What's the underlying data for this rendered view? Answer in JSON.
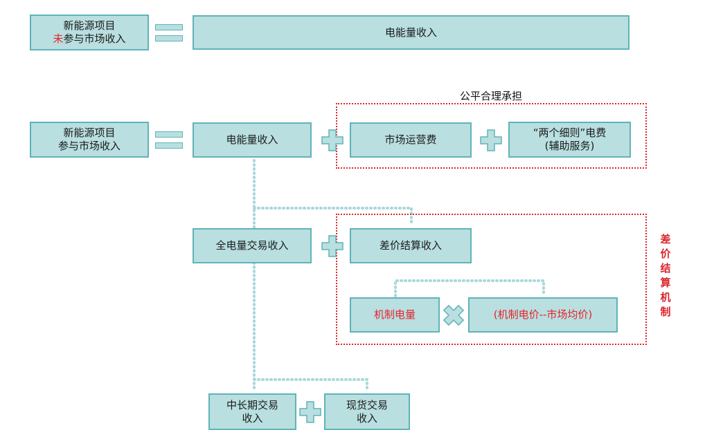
{
  "row1": {
    "left_line1": "新能源项目",
    "left_line2_red": "未",
    "left_line2_rest": "参与市场收入",
    "right": "电能量收入"
  },
  "row2": {
    "left_line1": "新能源项目",
    "left_line2": "参与市场收入",
    "energy": "电能量收入",
    "market_fee": "市场运营费",
    "rules_fee_line1": "“两个细则”电费",
    "rules_fee_line2": "(辅助服务)",
    "fair_label": "公平合理承担"
  },
  "row3": {
    "full_trade": "全电量交易收入",
    "diff_settle": "差价结算收入"
  },
  "row4": {
    "mech_power": "机制电量",
    "mech_price": "(机制电价--市场均价)"
  },
  "row5": {
    "mid_long_line1": "中长期交易",
    "mid_long_line2": "收入",
    "spot_line1": "现货交易",
    "spot_line2": "收入"
  },
  "side_label": [
    "差",
    "价",
    "结",
    "算",
    "机",
    "制"
  ],
  "colors": {
    "box_fill": "#b9dfe0",
    "box_border": "#5fb3b8",
    "frame_red": "#d9262c",
    "text_red": "#e5222a"
  }
}
